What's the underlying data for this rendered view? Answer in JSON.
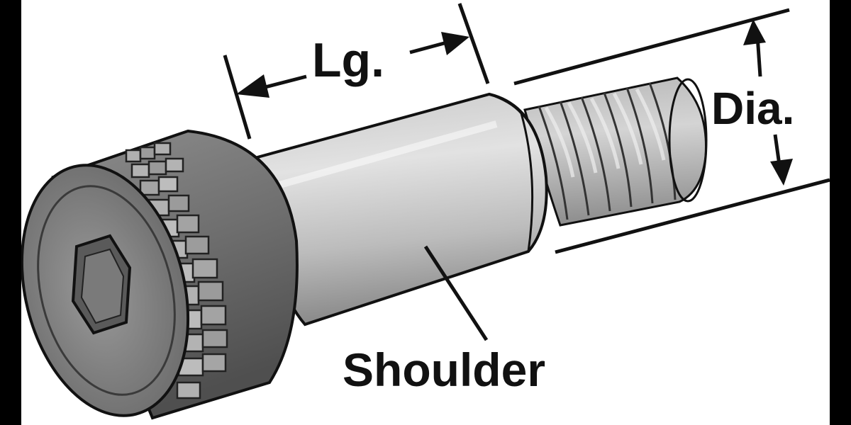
{
  "diagram": {
    "labels": {
      "length": "Lg.",
      "diameter": "Dia.",
      "shoulder": "Shoulder"
    }
  },
  "colors": {
    "background": "#ffffff",
    "frame": "#000000",
    "outline": "#111111",
    "metal_light": "#d9d9d9",
    "metal_mid": "#a9a9a9",
    "metal_dark": "#6e6e6e"
  }
}
